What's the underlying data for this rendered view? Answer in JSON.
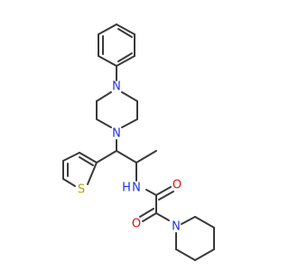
{
  "colors": {
    "bond": "#3a3a3a",
    "nitrogen": "#2233dd",
    "oxygen": "#dd1111",
    "sulfur": "#b8a000",
    "background": "#ffffff"
  },
  "atom_labels": {
    "n_pip_top": "N",
    "n_pip_bottom": "N",
    "s_thio": "S",
    "n_amide": "N",
    "h_amide": "H",
    "o_amide": "O",
    "o_keto": "O",
    "n_piperidine": "N"
  }
}
